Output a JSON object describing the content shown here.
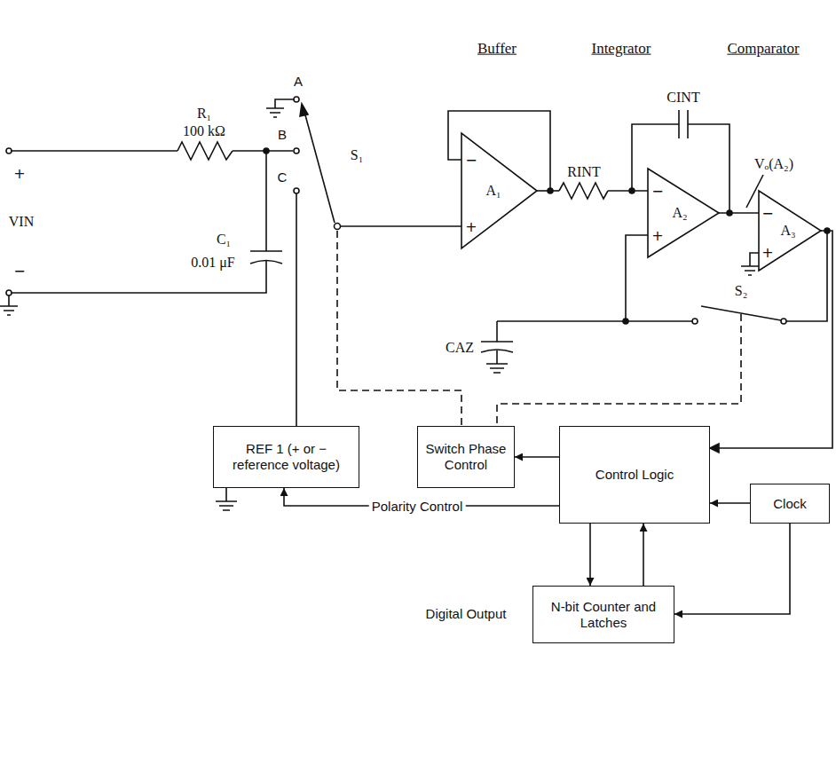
{
  "diagram": {
    "nodes": [
      {
        "text": [
          "REF 1 (+ or − reference voltage)"
        ]
      },
      {
        "text": [
          "Switch Phase Control"
        ]
      },
      {
        "text": [
          "Control Logic"
        ]
      },
      {
        "text": [
          "Clock"
        ]
      },
      {
        "text": [
          "N-bit Counter and Latches"
        ]
      }
    ],
    "edges": [
      {
        "from": 2,
        "to": 1,
        "arrow": "to"
      },
      {
        "from": 2,
        "to": 0,
        "label": "Polarity Control",
        "arrow": "to"
      },
      {
        "from": 3,
        "to": 2,
        "arrow": "to"
      },
      {
        "from": 3,
        "to": 4,
        "arrow": "to"
      },
      {
        "from": 2,
        "to": 4,
        "arrow": "to"
      },
      {
        "from": 4,
        "to": 2,
        "arrow": "to"
      }
    ],
    "labels": [
      "Buffer",
      "Integrator",
      "Comparator",
      "R₁",
      "100 kΩ",
      "A",
      "B",
      "C",
      "S₁",
      "−",
      "+",
      "A₁",
      "RINT",
      "CINT",
      "−",
      "+",
      "A₂",
      "Vₒ(A₂)",
      "−",
      "+",
      "A₃",
      "S₂",
      "VIN",
      "+",
      "−",
      "C₁",
      "0.01 μF",
      "CAZ",
      "Digital Output"
    ]
  }
}
